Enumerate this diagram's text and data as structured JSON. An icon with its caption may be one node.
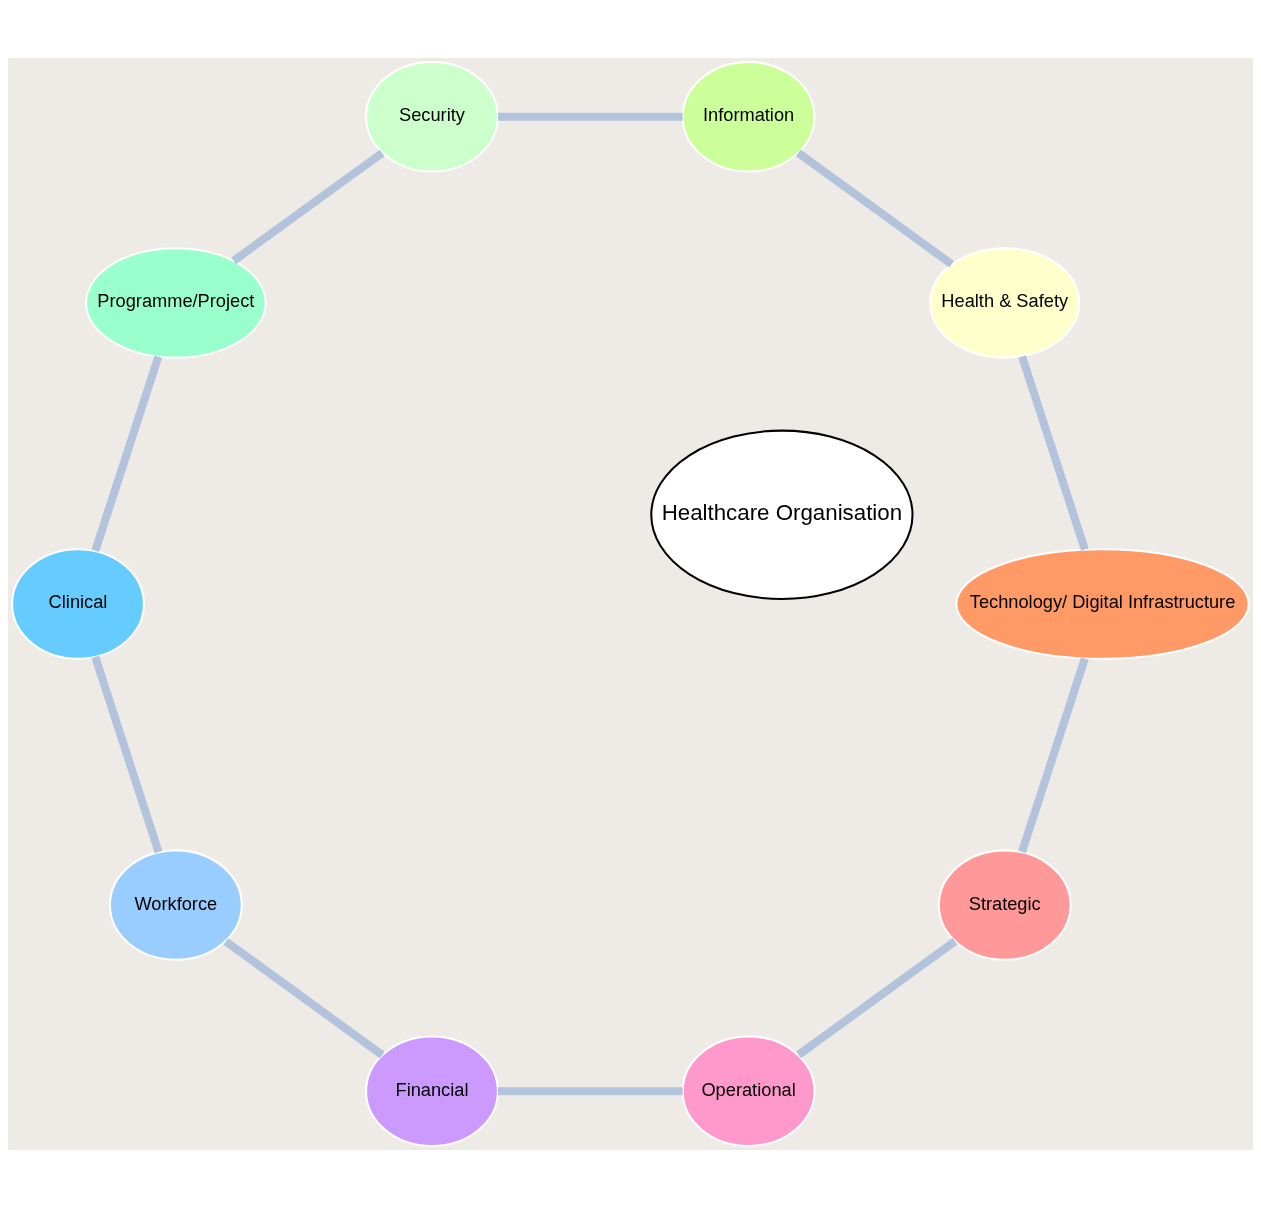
{
  "diagram": {
    "nodes": [
      {
        "text": [
          "Healthcare Organisation"
        ]
      },
      {
        "text": [
          "Strategic"
        ]
      },
      {
        "text": [
          "Operational"
        ]
      },
      {
        "text": [
          "Financial"
        ]
      },
      {
        "text": [
          "Workforce"
        ]
      },
      {
        "text": [
          "Clinical"
        ]
      },
      {
        "text": [
          "Programme/Project"
        ]
      },
      {
        "text": [
          "Security"
        ]
      },
      {
        "text": [
          "Information"
        ]
      },
      {
        "text": [
          "Health & Safety"
        ]
      },
      {
        "text": [
          "Technology/ Digital Infrastructure"
        ]
      }
    ],
    "edges": [
      {
        "from": 1,
        "to": 2,
        "arrow": "none"
      },
      {
        "from": 2,
        "to": 3,
        "arrow": "none"
      },
      {
        "from": 3,
        "to": 4,
        "arrow": "none"
      },
      {
        "from": 4,
        "to": 5,
        "arrow": "none"
      },
      {
        "from": 5,
        "to": 6,
        "arrow": "none"
      },
      {
        "from": 6,
        "to": 7,
        "arrow": "none"
      },
      {
        "from": 7,
        "to": 8,
        "arrow": "none"
      },
      {
        "from": 8,
        "to": 9,
        "arrow": "none"
      },
      {
        "from": 9,
        "to": 10,
        "arrow": "none"
      },
      {
        "from": 10,
        "to": 1,
        "arrow": "none"
      }
    ]
  }
}
